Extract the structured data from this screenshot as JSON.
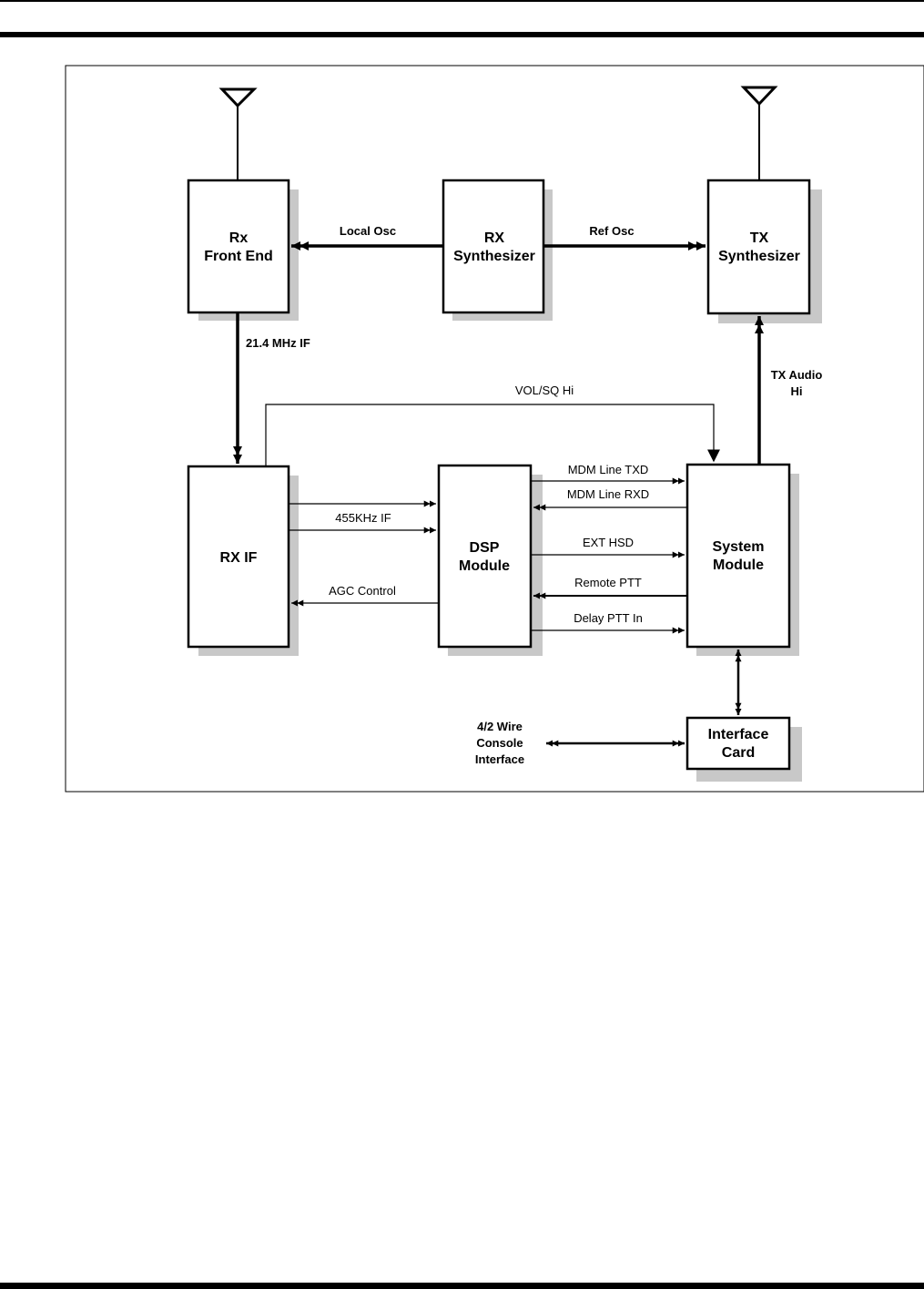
{
  "blocks": {
    "rx_front_end": [
      "Rx",
      "Front End"
    ],
    "rx_synth": [
      "RX",
      "Synthesizer"
    ],
    "tx_synth": [
      "TX",
      "Synthesizer"
    ],
    "rx_if": [
      "RX IF"
    ],
    "dsp": [
      "DSP",
      "Module"
    ],
    "system": [
      "System",
      "Module"
    ],
    "interface_card": [
      "Interface",
      "Card"
    ]
  },
  "labels": {
    "local_osc": "Local Osc",
    "ref_osc": "Ref Osc",
    "if_21": "21.4 MHz IF",
    "tx_audio": [
      "TX Audio",
      "Hi"
    ],
    "vol_sq": "VOL/SQ Hi",
    "mdm_txd": "MDM Line TXD",
    "mdm_rxd": "MDM Line RXD",
    "if_455": "455KHz IF",
    "ext_hsd": "EXT HSD",
    "agc": "AGC Control",
    "remote_ptt": "Remote PTT",
    "delay_ptt": "Delay PTT In",
    "console": [
      "4/2 Wire",
      "Console",
      "Interface"
    ]
  }
}
